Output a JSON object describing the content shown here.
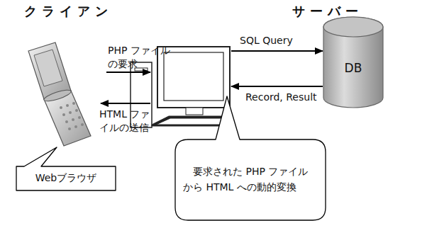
{
  "diagram": {
    "nodes": [
      {
        "text": [
          "DB"
        ]
      },
      {
        "text": [
          "Webブラウザ"
        ]
      },
      {
        "text": [
          "要求された PHP ファイルから HTML への動的変換"
        ]
      }
    ],
    "labels": [
      "クライアン",
      "サーバー",
      "PHP ファイルの要求",
      "HTML ファイルの送信",
      "SQL Query",
      "Record, Result"
    ]
  }
}
